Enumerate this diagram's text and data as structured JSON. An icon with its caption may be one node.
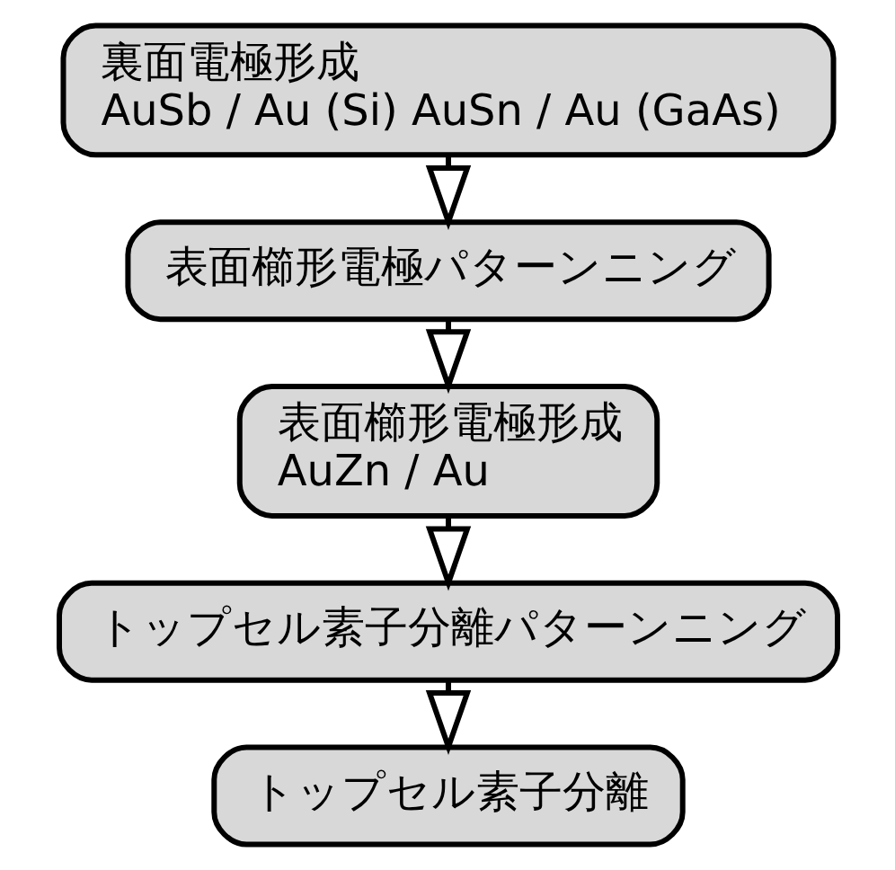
{
  "diagram": {
    "nodes": [
      {
        "text": [
          "裏面電極形成",
          "AuSb / Au (Si) AuSn / Au (GaAs)"
        ]
      },
      {
        "text": [
          "表面櫛形電極パターンニング"
        ]
      },
      {
        "text": [
          "表面櫛形電極形成",
          "AuZn / Au"
        ]
      },
      {
        "text": [
          "トップセル素子分離パターンニング"
        ]
      },
      {
        "text": [
          "トップセル素子分離"
        ]
      }
    ],
    "edges": [
      {
        "from": 0,
        "to": 1,
        "arrow": "to"
      },
      {
        "from": 1,
        "to": 2,
        "arrow": "to"
      },
      {
        "from": 2,
        "to": 3,
        "arrow": "to"
      },
      {
        "from": 3,
        "to": 4,
        "arrow": "to"
      }
    ]
  }
}
